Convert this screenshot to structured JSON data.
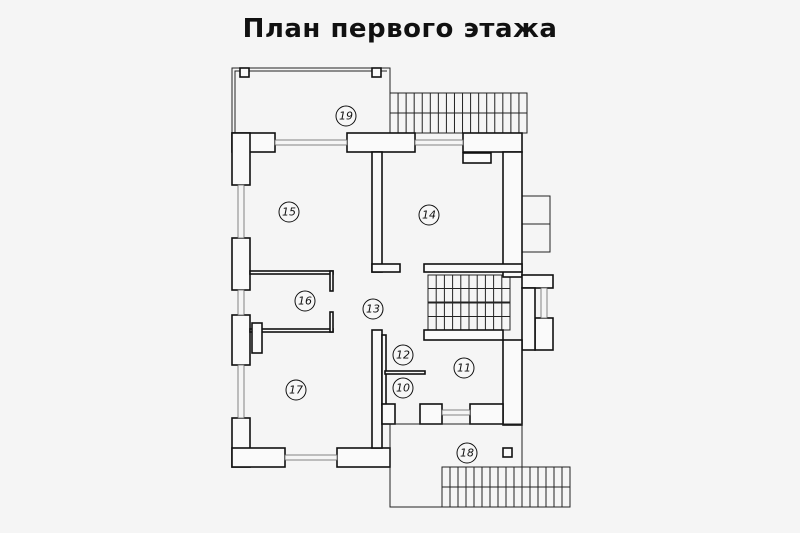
{
  "title": "План первого этажа",
  "rooms": [
    "19",
    "15",
    "14",
    "16",
    "13",
    "12",
    "11",
    "10",
    "17",
    "18"
  ]
}
